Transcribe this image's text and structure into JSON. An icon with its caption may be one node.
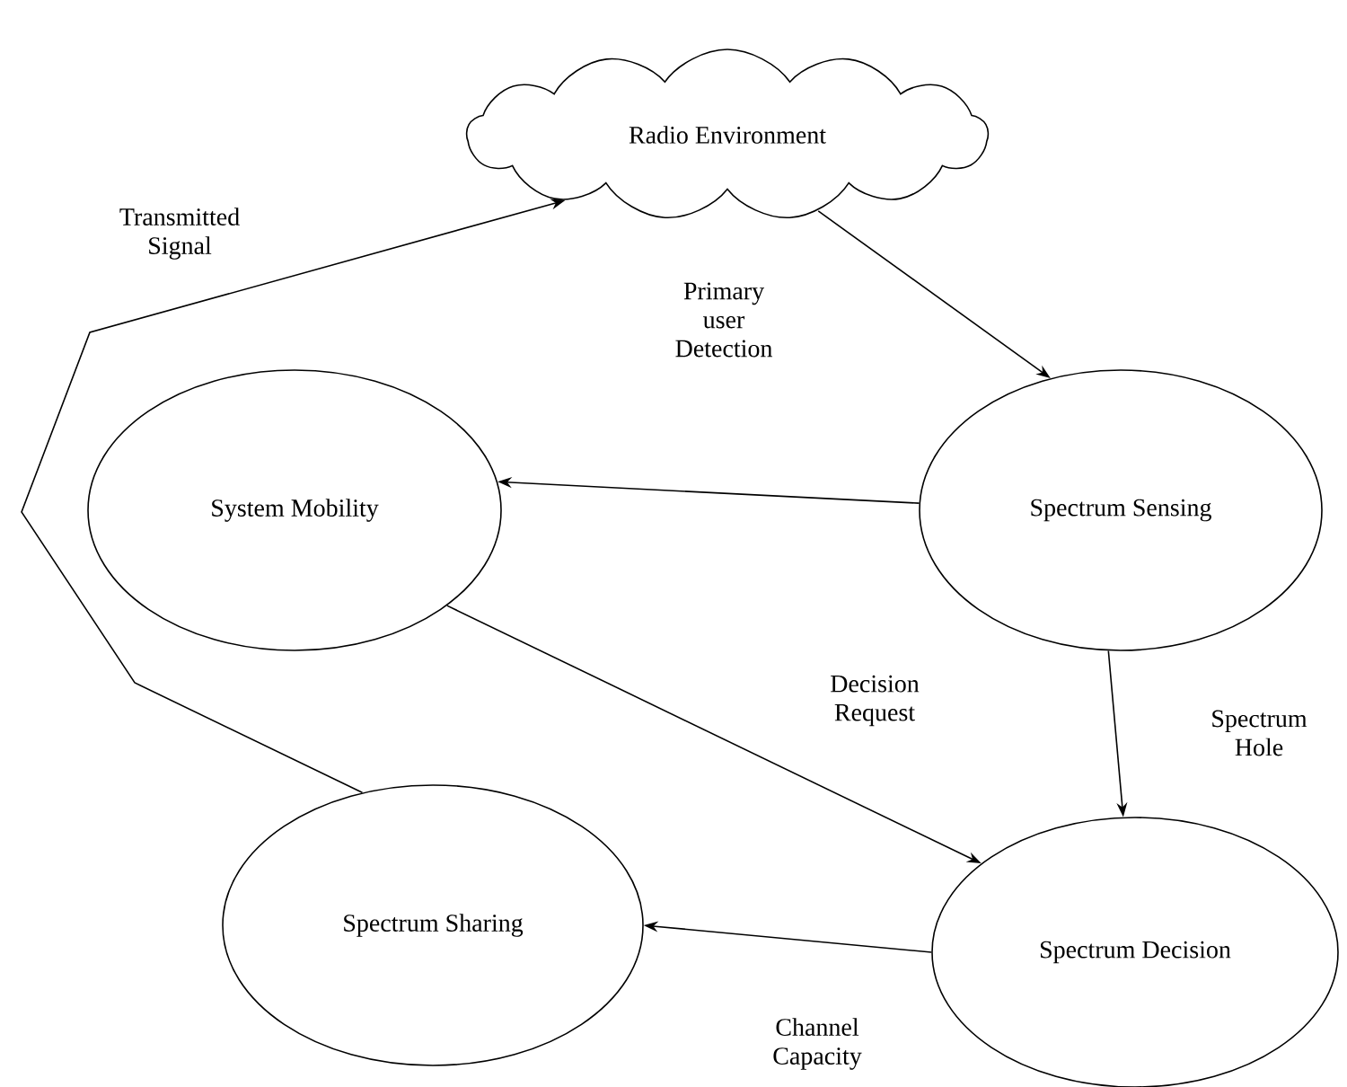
{
  "diagram": {
    "nodes": [
      {
        "text": [
          "Radio Environment"
        ]
      },
      {
        "text": [
          "Spectrum Sensing"
        ]
      },
      {
        "text": [
          "System Mobility"
        ]
      },
      {
        "text": [
          "Spectrum Sharing"
        ]
      },
      {
        "text": [
          "Spectrum Decision"
        ]
      }
    ],
    "edges": [
      {
        "from": 0,
        "to": 1,
        "arrow": "to",
        "label": "Primary user Detection"
      },
      {
        "from": 1,
        "to": 2,
        "arrow": "to"
      },
      {
        "from": 2,
        "to": 4,
        "arrow": "to",
        "label": "Decision Request"
      },
      {
        "from": 1,
        "to": 4,
        "arrow": "to",
        "label": "Spectrum Hole"
      },
      {
        "from": 4,
        "to": 3,
        "arrow": "to",
        "label": "Channel Capacity"
      },
      {
        "from": 3,
        "to": 0,
        "arrow": "to",
        "label": "Transmitted Signal"
      }
    ]
  }
}
